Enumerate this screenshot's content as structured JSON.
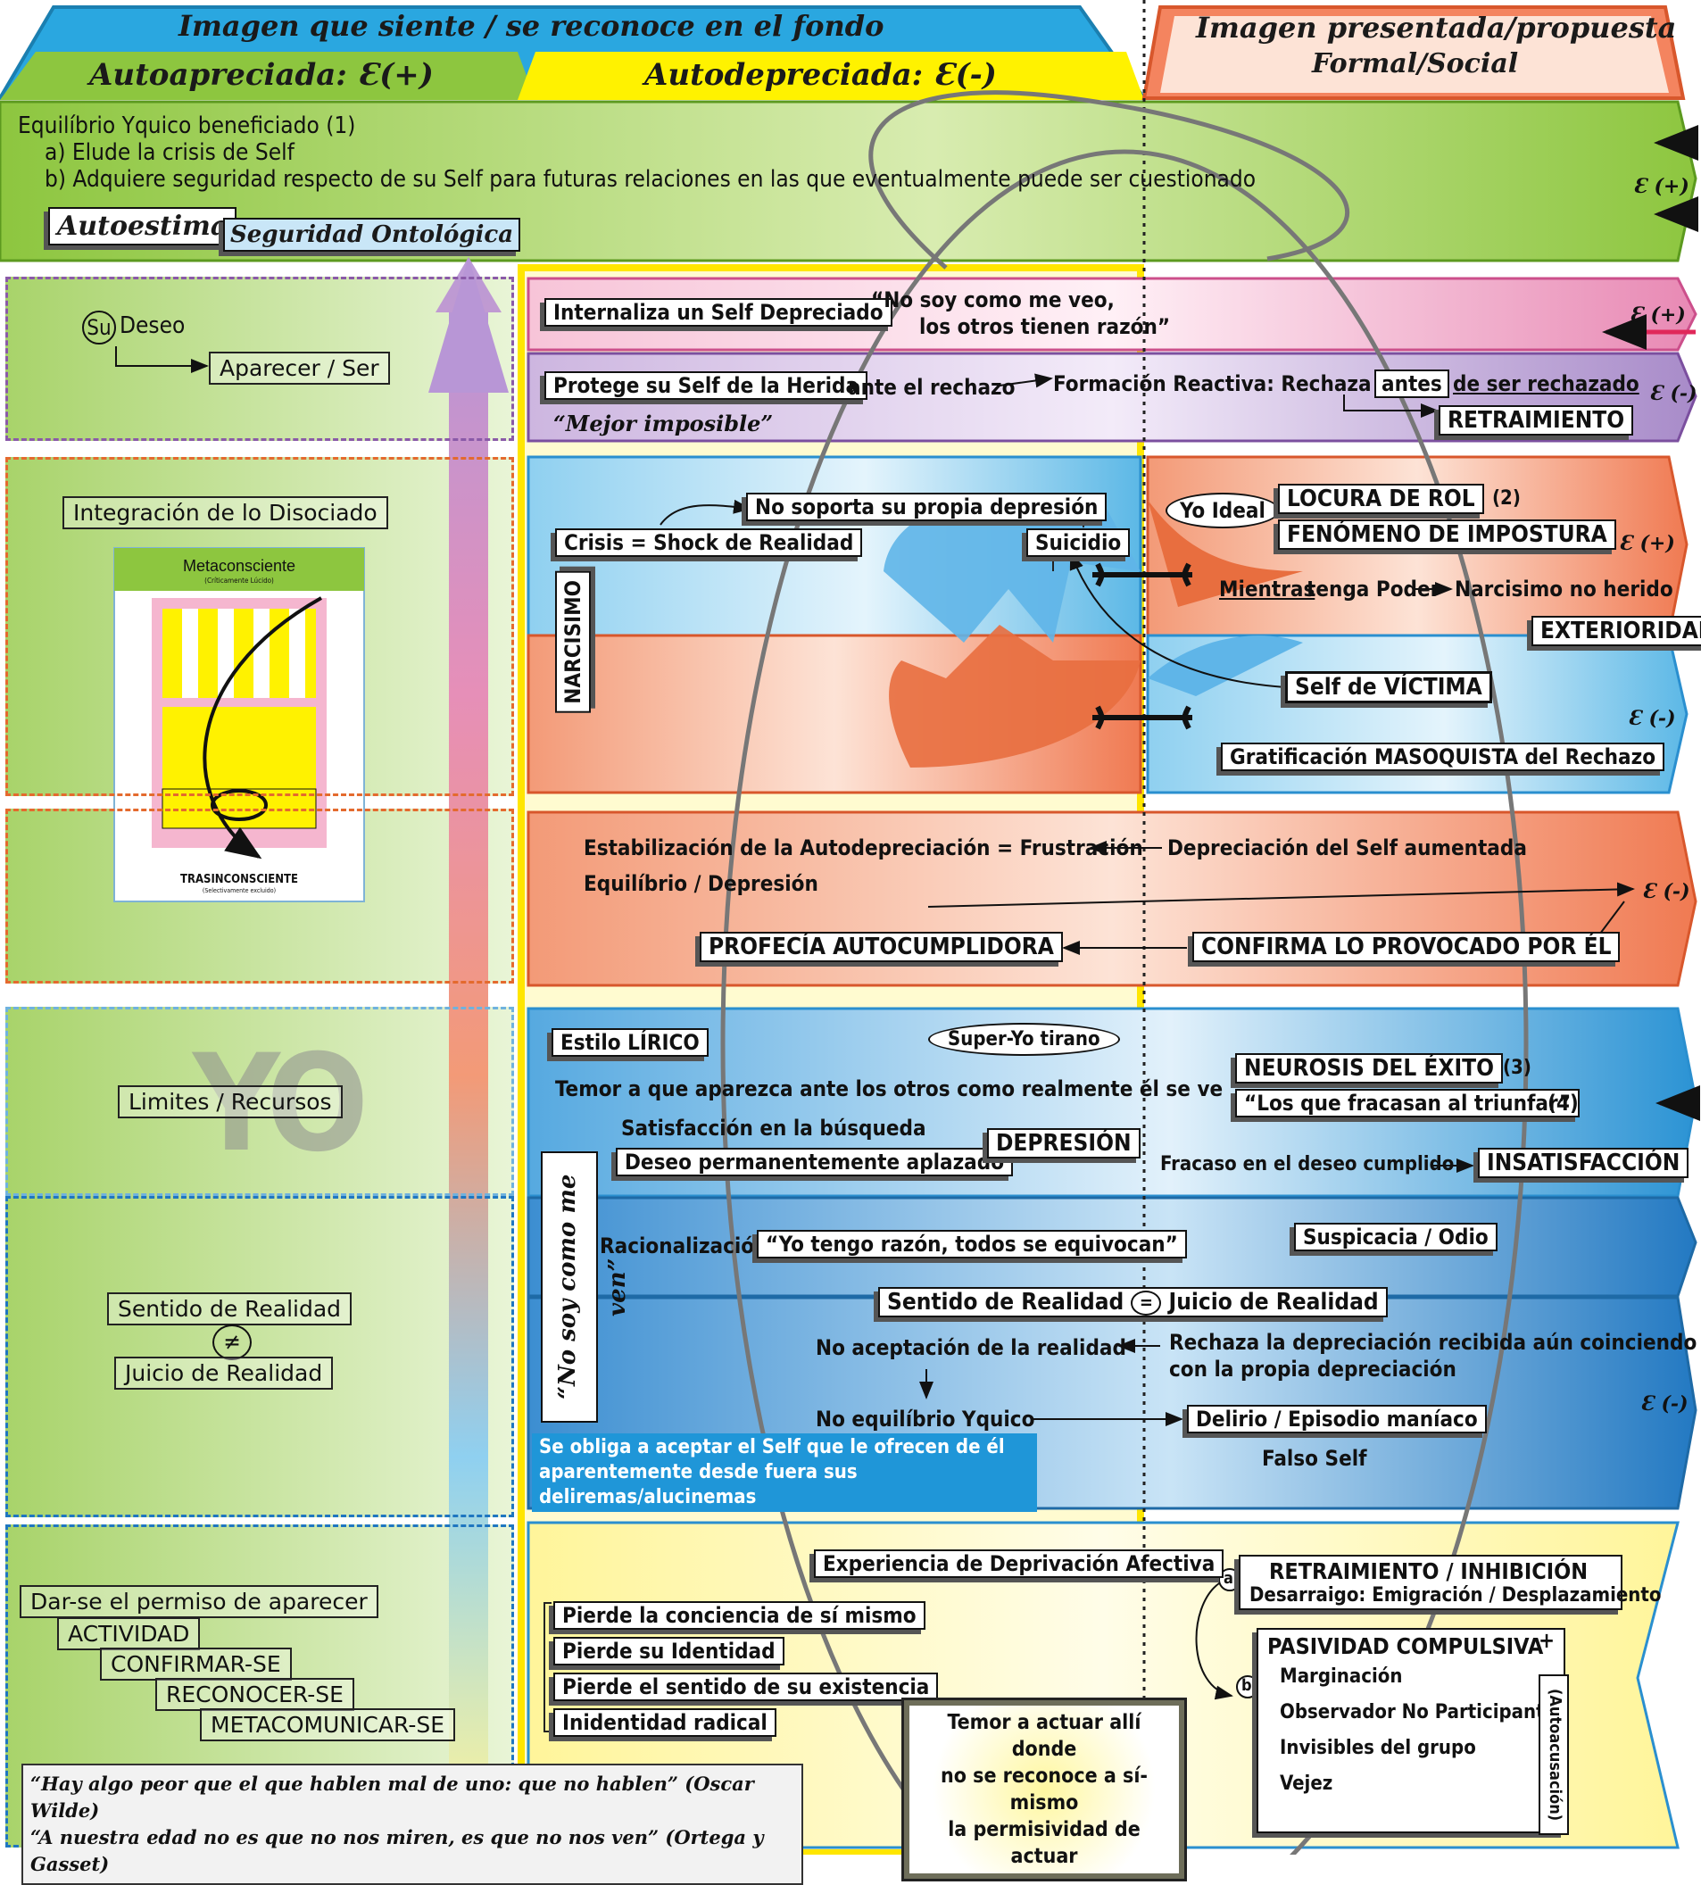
{
  "header": {
    "top_title": "Imagen que siente / se reconoce en el fondo",
    "col_auto_pos": "Autoapreciada: Ɛ(+)",
    "col_auto_neg": "Autodepreciada: Ɛ(-)",
    "right_title_line1": "Imagen presentada/propuesta",
    "right_title_line2": "Formal/Social"
  },
  "colors": {
    "blue_header": "#2aa7e0",
    "green": "#8dc63f",
    "yellow": "#fff200",
    "orange": "#f4845f",
    "pink": "#f5b6cf",
    "purple": "#b9a0cf",
    "light_blue": "#9ad4f0",
    "deep_blue": "#2b84c6"
  },
  "row1": {
    "line1": "Equilíbrio Yquico beneficiado (1)",
    "line2": "a) Elude la crisis de Self",
    "line3": "b) Adquiere seguridad respecto de su Self para futuras relaciones en las que eventualmente puede ser cuestionado",
    "autoestima": "Autoestima",
    "seguridad": "Seguridad Ontológica",
    "e_plus": "Ɛ (+)"
  },
  "left": {
    "su": "Su",
    "deseo": "Deseo",
    "aparecer": "Aparecer / Ser",
    "integracion": "Integración de lo Disociado",
    "meta_title": "Metaconsciente",
    "meta_sub": "(Críticamente Lúcido)",
    "tras_title": "TRASINCONSCIENTE",
    "tras_sub": "(Selectivamente excluido)",
    "yo": "YO",
    "limites": "Limites / Recursos",
    "sentido": "Sentido de Realidad",
    "neq": "≠",
    "juicio": "Juicio de Realidad",
    "darse": "Dar-se el permiso de aparecer",
    "actividad": "ACTIVIDAD",
    "confirmar": "CONFIRMAR-SE",
    "reconocer": "RECONOCER-SE",
    "metacomunicar": "METACOMUNICAR-SE",
    "quote1": "“Hay algo peor que el que hablen mal de uno: que no hablen” (Oscar Wilde)",
    "quote2": "“A nuestra edad no es que no nos miren, es que no nos ven” (Ortega y Gasset)"
  },
  "pink_row": {
    "internaliza": "Internaliza un Self Depreciado",
    "quote_line1": "“No soy como me veo,",
    "quote_line2": "los otros tienen razón”",
    "e_plus": "Ɛ (+)"
  },
  "purple_row": {
    "protege": "Protege su Self de la Herida",
    "ante": "ante el rechazo",
    "formacion": "Formación Reactiva: Rechaza",
    "antes": "antes",
    "de_ser": "de ser rechazado",
    "retraimiento": "RETRAIMIENTO",
    "mejor": "“Mejor imposible”",
    "e_minus": "Ɛ (-)"
  },
  "narcisismo": {
    "label": "NARCISIMO",
    "no_soporta": "No soporta su propia depresión",
    "crisis": "Crisis = Shock de Realidad",
    "suicidio": "Suicidio",
    "yo_ideal": "Yo Ideal",
    "locura": "LOCURA DE ROL",
    "locura_ref": "(2)",
    "fenomeno": "FENÓMENO DE IMPOSTURA",
    "e_plus": "Ɛ (+)",
    "mientras": "Mientras",
    "tenga_poder": "tenga Poder",
    "no_herido": "Narcisimo no herido",
    "exterioridad": "EXTERIORIDAD",
    "victima": "Self de VÍCTIMA",
    "e_minus": "Ɛ (-)",
    "gratificacion": "Gratificación MASOQUISTA del Rechazo"
  },
  "frustracion": {
    "estabilizacion": "Estabilización de la Autodepreciación = Frustración",
    "depreciacion": "Depreciación del Self aumentada",
    "equilibrio": "Equilíbrio / Depresión",
    "e_minus": "Ɛ (-)",
    "profecia": "PROFECÍA AUTOCUMPLIDORA",
    "confirma": "CONFIRMA LO PROVOCADO POR ÉL"
  },
  "lirico": {
    "vertical_quote": "“No soy como me ven”",
    "estilo": "Estilo LÍRICO",
    "superyo": "Super-Yo tirano",
    "temor": "Temor a que aparezca ante los otros como realmente él se ve",
    "satisfaccion": "Satisfacción en la búsqueda",
    "deseo_aplazado": "Deseo permanentemente aplazado",
    "depresion": "DEPRESIÓN",
    "neurosis": "NEUROSIS DEL ÉXITO",
    "neurosis_ref": "(3)",
    "fracasan": "“Los que fracasan al triunfar”",
    "fracasan_ref": "(4)",
    "fracaso": "Fracaso en el deseo cumplido",
    "insatisfaccion": "INSATISFACCIÓN",
    "racionalizacion": "Racionalización:",
    "yo_tengo": "“Yo tengo razón, todos se equivocan”",
    "suspicacia": "Suspicacia / Odio",
    "sentido_juicio_a": "Sentido de Realidad",
    "sentido_juicio_b": "Juicio de Realidad",
    "no_aceptacion": "No aceptación de la realidad",
    "rechaza_line1": "Rechaza la depreciación recibida aún coinciendo",
    "rechaza_line2": "con la propia depreciación",
    "no_equilibrio": "No equilíbrio Yquico",
    "delirio": "Delirio / Episodio maníaco",
    "falso": "Falso Self",
    "se_obliga_line1": "Se obliga a aceptar el Self que le ofrecen de él",
    "se_obliga_line2": "aparentemente desde fuera sus deliremas/alucinemas",
    "e_minus": "Ɛ (-)"
  },
  "deprivacion": {
    "experiencia": "Experiencia de Deprivación Afectiva",
    "pierde1": "Pierde la conciencia de sí mismo",
    "pierde2": "Pierde su Identidad",
    "pierde3": "Pierde el sentido de su existencia",
    "inidentidad": "Inidentidad radical",
    "temor_line1": "Temor a actuar allí donde",
    "temor_line2": "no se reconoce a sí-mismo",
    "temor_line3": "la permisividad de actuar",
    "a": "a",
    "retraimiento": "RETRAIMIENTO / INHIBICIÓN",
    "desarraigo": "Desarraigo: Emigración / Desplazamiento",
    "b": "b",
    "pasividad": "PASIVIDAD COMPULSIVA",
    "plus": "+",
    "marginacion": "Marginación",
    "observador": "Observador No Participante",
    "invisibles": "Invisibles del grupo",
    "vejez": "Vejez",
    "autoacusacion": "(Autoacusación)"
  }
}
